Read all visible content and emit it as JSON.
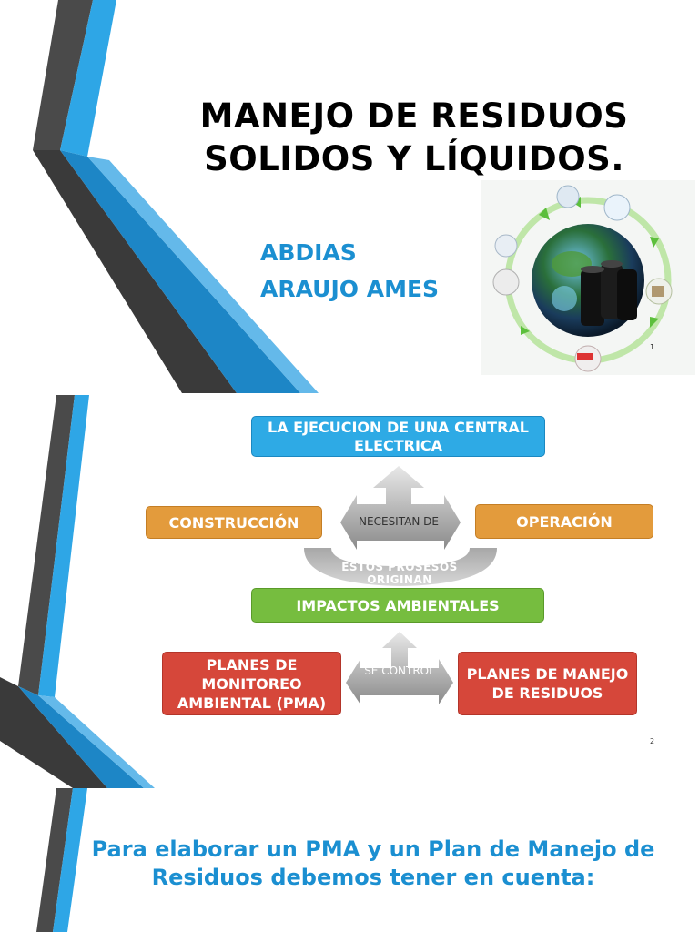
{
  "slide1": {
    "title_line1": "MANEJO DE RESIDUOS",
    "title_line2": "SOLIDOS Y LÍQUIDOS.",
    "author_line1": "ABDIAS",
    "author_line2": "ARAUJO AMES",
    "page_number": "1",
    "image_icon": "globe-recycling-cycle-icon"
  },
  "slide2": {
    "top_box": "LA EJECUCION DE UNA CENTRAL ELECTRICA",
    "left_box": "CONSTRUCCIÓN",
    "right_box": "OPERACIÓN",
    "arrow_label": "NECESITAN DE",
    "swirl_label": "ESTOS PROSESOS ORIGINAN",
    "middle_box": "IMPACTOS AMBIENTALES",
    "bottom_left_box": "PLANES DE MONITOREO AMBIENTAL (PMA)",
    "bottom_arrow_label": "SE CONTROL",
    "bottom_right_box": "PLANES DE MANEJO DE RESIDUOS",
    "page_number": "2"
  },
  "slide3": {
    "heading": "Para elaborar un PMA y un Plan de Manejo de Residuos debemos tener en cuenta:"
  },
  "colors": {
    "accent_blue": "#1b8fd1",
    "box_blue": "#2eaae5",
    "box_orange": "#e39b3c",
    "box_green": "#76bd3f",
    "box_red": "#d6473a",
    "stripe_dark": "#3a3a3a"
  }
}
